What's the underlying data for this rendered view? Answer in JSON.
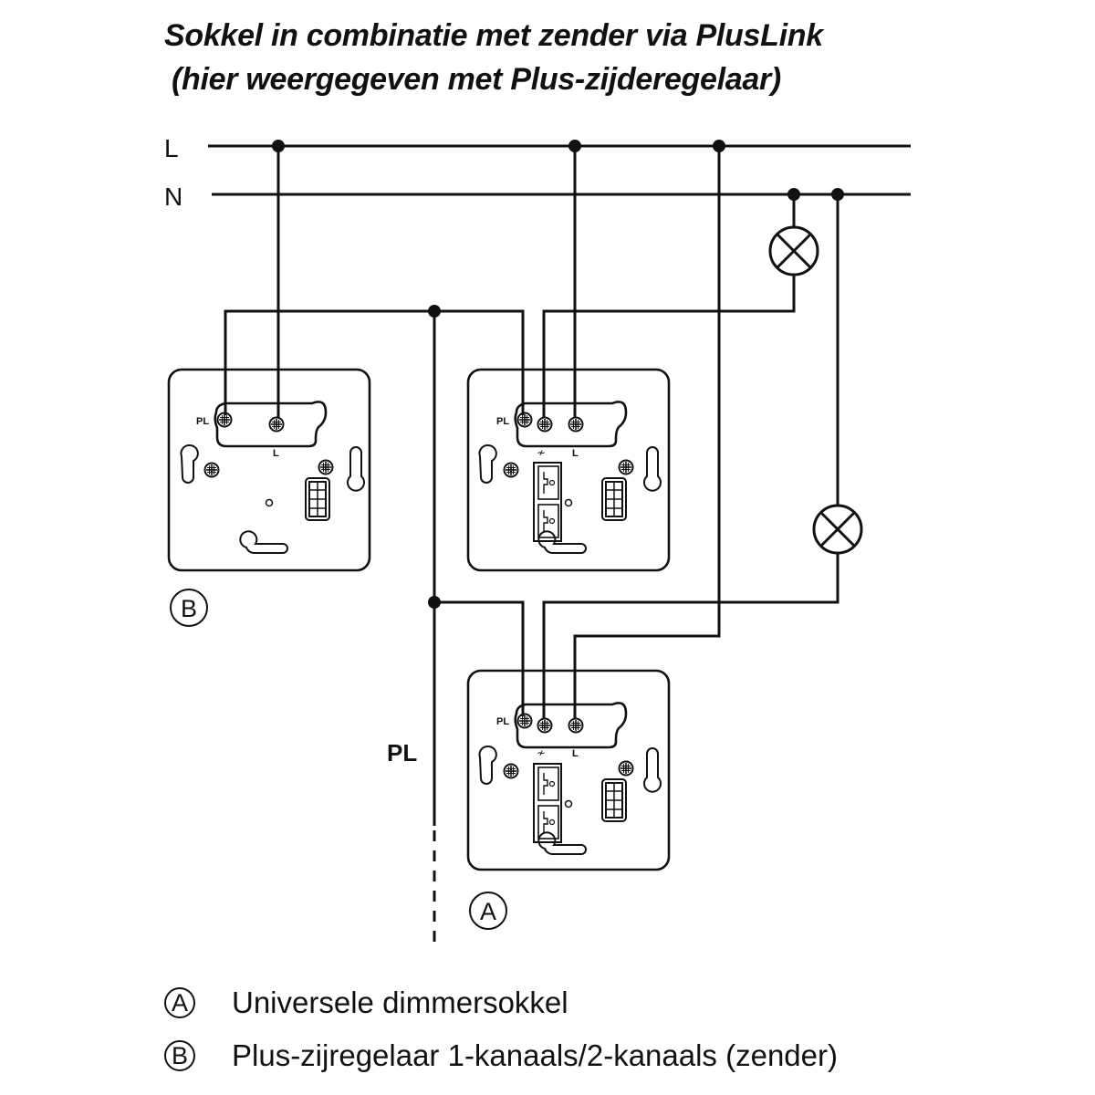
{
  "title": {
    "line1": "Sokkel in combinatie met zender via PlusLink",
    "line2": "(hier weergegeven met Plus-zijderegelaar)"
  },
  "lines": {
    "phase": "L",
    "neutral": "N"
  },
  "bus_label": "PL",
  "sockets": [
    {
      "id": "B",
      "terminals": [
        "PL",
        "L"
      ],
      "badge": "B"
    },
    {
      "id": "B-center",
      "terminals": [
        "PL",
        "≁",
        "L"
      ]
    },
    {
      "id": "A",
      "terminals": [
        "PL",
        "≁",
        "L"
      ],
      "badge": "A"
    }
  ],
  "terminal_labels": {
    "pl": "PL",
    "dimmer": "≁",
    "l": "L"
  },
  "legend": [
    {
      "badge": "A",
      "text": "Universele dimmersokkel"
    },
    {
      "badge": "B",
      "text": "Plus-zijregelaar 1-kanaals/2-kanaals (zender)"
    }
  ],
  "icons": [
    "lamp-icon",
    "lamp-icon",
    "screw-terminal-icon",
    "connector-icon",
    "keyhole-slot-icon"
  ]
}
